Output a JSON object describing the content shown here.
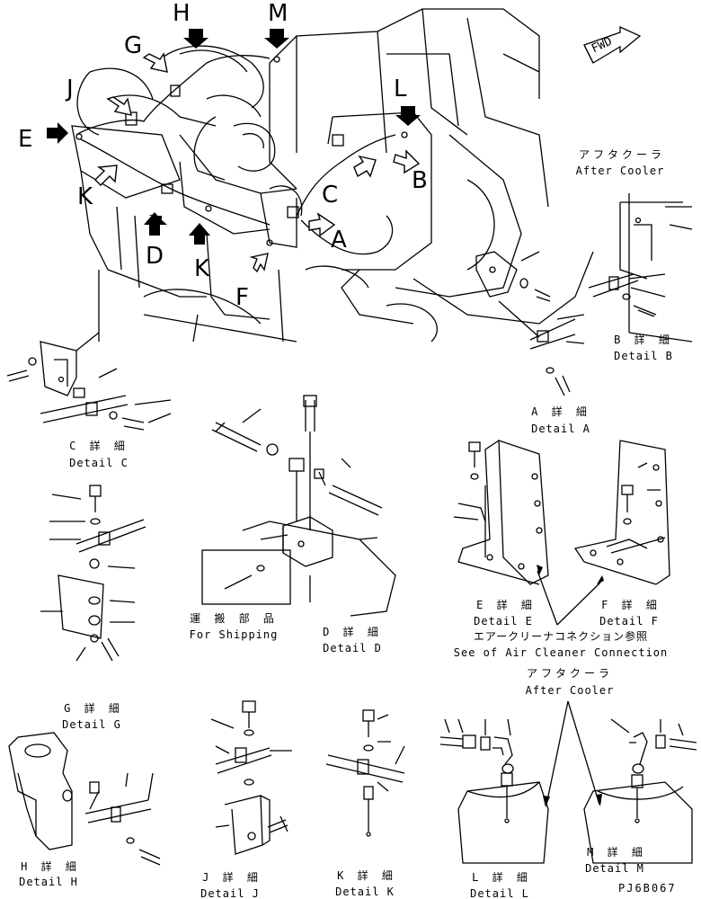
{
  "fwd": "FWD",
  "letters": {
    "H": "H",
    "M": "M",
    "G": "G",
    "J": "J",
    "L": "L",
    "E": "E",
    "B": "B",
    "C": "C",
    "K1": "K",
    "A": "A",
    "D": "D",
    "K2": "K",
    "F": "F"
  },
  "after_cooler_top": {
    "jp": "アフタクーラ",
    "en": "After Cooler"
  },
  "after_cooler_bottom": {
    "jp": "アフタクーラ",
    "en": "After Cooler"
  },
  "details": {
    "B": {
      "jp": "B 詳 細",
      "en": "Detail B"
    },
    "A": {
      "jp": "A 詳 細",
      "en": "Detail A"
    },
    "C": {
      "jp": "C 詳 細",
      "en": "Detail C"
    },
    "D": {
      "jp": "D 詳 細",
      "en": "Detail D"
    },
    "E": {
      "jp": "E 詳 細",
      "en": "Detail E"
    },
    "F": {
      "jp": "F 詳 細",
      "en": "Detail F"
    },
    "G": {
      "jp": "G 詳 細",
      "en": "Detail G"
    },
    "H": {
      "jp": "H 詳 細",
      "en": "Detail H"
    },
    "J": {
      "jp": "J 詳 細",
      "en": "Detail J"
    },
    "K": {
      "jp": "K 詳 細",
      "en": "Detail K"
    },
    "L": {
      "jp": "L 詳 細",
      "en": "Detail L"
    },
    "M": {
      "jp": "M 詳 細",
      "en": "Detail M"
    }
  },
  "shipping": {
    "jp": "運 搬 部 品",
    "en": "For Shipping"
  },
  "air_cleaner": {
    "jp": "エアークリーナコネクション参照",
    "en": "See of Air Cleaner Connection"
  },
  "drawing_code": "PJ6B067"
}
